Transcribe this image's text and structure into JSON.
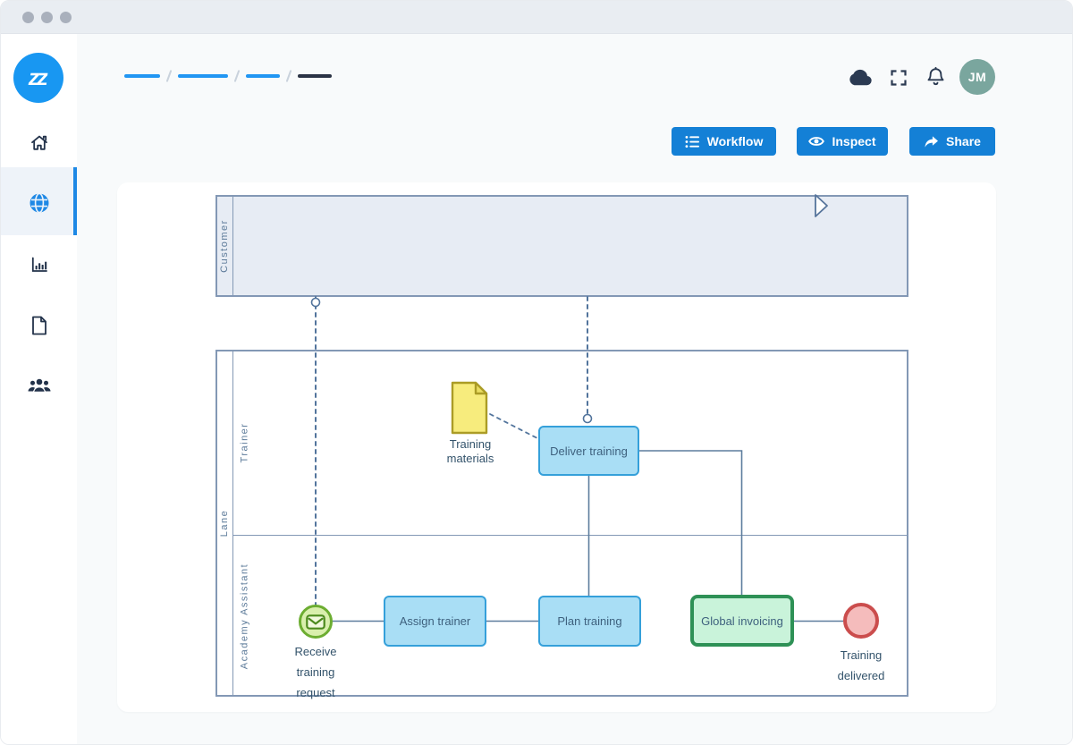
{
  "window": {
    "type": "browser-window",
    "traffic_dot_count": 3
  },
  "sidebar": {
    "logo_text": "zz",
    "nav": [
      {
        "icon": "home-icon",
        "active": false
      },
      {
        "icon": "globe-icon",
        "active": true
      },
      {
        "icon": "bar-chart-icon",
        "active": false
      },
      {
        "icon": "file-icon",
        "active": false
      },
      {
        "icon": "users-icon",
        "active": false
      }
    ]
  },
  "header": {
    "breadcrumb": {
      "style": "skeleton-placeholder",
      "segment_count": 4
    },
    "icons": [
      "cloud-icon",
      "fullscreen-icon",
      "bell-icon"
    ],
    "avatar_initials": "JM"
  },
  "toolbar": {
    "workflow_label": "Workflow",
    "inspect_label": "Inspect",
    "share_label": "Share"
  },
  "diagram": {
    "type": "bpmn-swimlane",
    "pools": [
      {
        "label": "Customer",
        "lanes": []
      },
      {
        "label": "Lane",
        "lanes": [
          {
            "label": "Trainer"
          },
          {
            "label": "Academy Assistant"
          }
        ]
      }
    ],
    "nodes": {
      "training_materials": {
        "type": "data-object",
        "label": "Training materials"
      },
      "deliver_training": {
        "type": "task",
        "label": "Deliver training"
      },
      "receive_training_request": {
        "type": "message-start-event",
        "label": "Receive training request"
      },
      "assign_trainer": {
        "type": "task",
        "label": "Assign trainer"
      },
      "plan_training": {
        "type": "task",
        "label": "Plan training"
      },
      "global_invoicing": {
        "type": "call-activity",
        "label": "Global invoicing"
      },
      "training_delivered": {
        "type": "end-event",
        "label": "Training delivered"
      }
    },
    "flows": [
      {
        "from": "Customer",
        "to": "receive_training_request",
        "type": "message-flow"
      },
      {
        "from": "deliver_training",
        "to": "Customer",
        "type": "message-flow"
      },
      {
        "from": "training_materials",
        "to": "deliver_training",
        "type": "association"
      },
      {
        "from": "receive_training_request",
        "to": "assign_trainer",
        "type": "sequence-flow"
      },
      {
        "from": "assign_trainer",
        "to": "plan_training",
        "type": "sequence-flow"
      },
      {
        "from": "deliver_training",
        "to": "plan_training",
        "type": "sequence-flow"
      },
      {
        "from": "deliver_training",
        "to": "global_invoicing",
        "type": "sequence-flow"
      },
      {
        "from": "global_invoicing",
        "to": "training_delivered",
        "type": "sequence-flow"
      }
    ],
    "colors": {
      "task_fill": "#a9def5",
      "task_border": "#35a0da",
      "event_fill": "#d9efad",
      "event_border": "#6cad31",
      "call_activity_fill": "#c9f3da",
      "call_activity_border": "#2e9156",
      "end_event_fill": "#f5bcbc",
      "end_event_border": "#cb4d4d",
      "data_object_fill": "#f7ec7d",
      "data_object_border": "#ab9c26",
      "connector": "#52749c",
      "pool_border": "#8398b5",
      "pool_fill": "#e7ecf4",
      "accent_blue": "#1480d6",
      "avatar_teal": "#7aa69e",
      "logo_blue": "#1897f2"
    }
  }
}
